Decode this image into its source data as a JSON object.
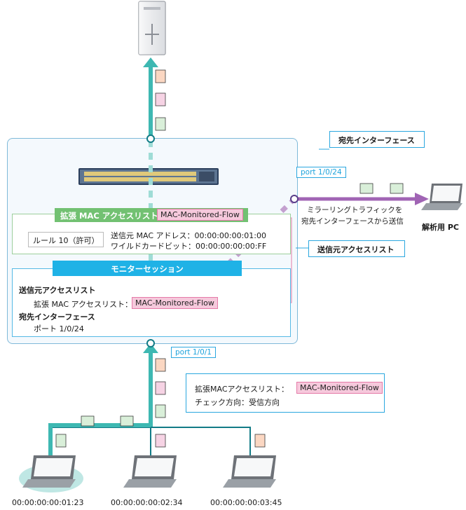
{
  "acl_header": {
    "title": "拡張 MAC アクセスリスト：",
    "name": "MAC-Monitored-Flow"
  },
  "rule": {
    "label": "ルール 10（許可）",
    "source_line": "送信元 MAC アドレス：00:00:00:00:01:00",
    "wildcard_line": "ワイルドカードビット：00:00:00:00:00:FF"
  },
  "monitor": {
    "title": "モニターセッション",
    "src_heading": "送信元アクセスリスト",
    "src_item_prefix": "拡張 MAC アクセスリスト：",
    "src_item_name": "MAC-Monitored-Flow",
    "dst_heading": "宛先インターフェース",
    "dst_item": "ポート 1/0/24"
  },
  "callouts": {
    "dest_if": "宛先インターフェース",
    "src_acl": "送信元アクセスリスト",
    "port_24": "port 1/0/24",
    "port_1": "port 1/0/1",
    "ingress_acl_prefix": "拡張MACアクセスリスト：",
    "ingress_acl_name": "MAC-Monitored-Flow",
    "check_dir": "チェック方向：受信方向"
  },
  "analyzer": {
    "line1": "ミラーリングトラフィックを",
    "line2": "宛先インターフェースから送信",
    "label": "解析用 PC"
  },
  "hosts": [
    {
      "mac": "00:00:00:00:01:23"
    },
    {
      "mac": "00:00:00:00:02:34"
    },
    {
      "mac": "00:00:00:00:03:45"
    }
  ],
  "colors": {
    "teal": "#3eb8b2",
    "dark_teal": "#127b86",
    "purple": "#a064b4",
    "green_frame": "#d9efd9",
    "pink_frame": "#f6d3e4",
    "orange_frame": "#fbd7c2",
    "monitor_blue": "#1fb2e6"
  },
  "icons": [
    "server-icon",
    "switch-icon",
    "laptop-icon",
    "frame-icon"
  ]
}
